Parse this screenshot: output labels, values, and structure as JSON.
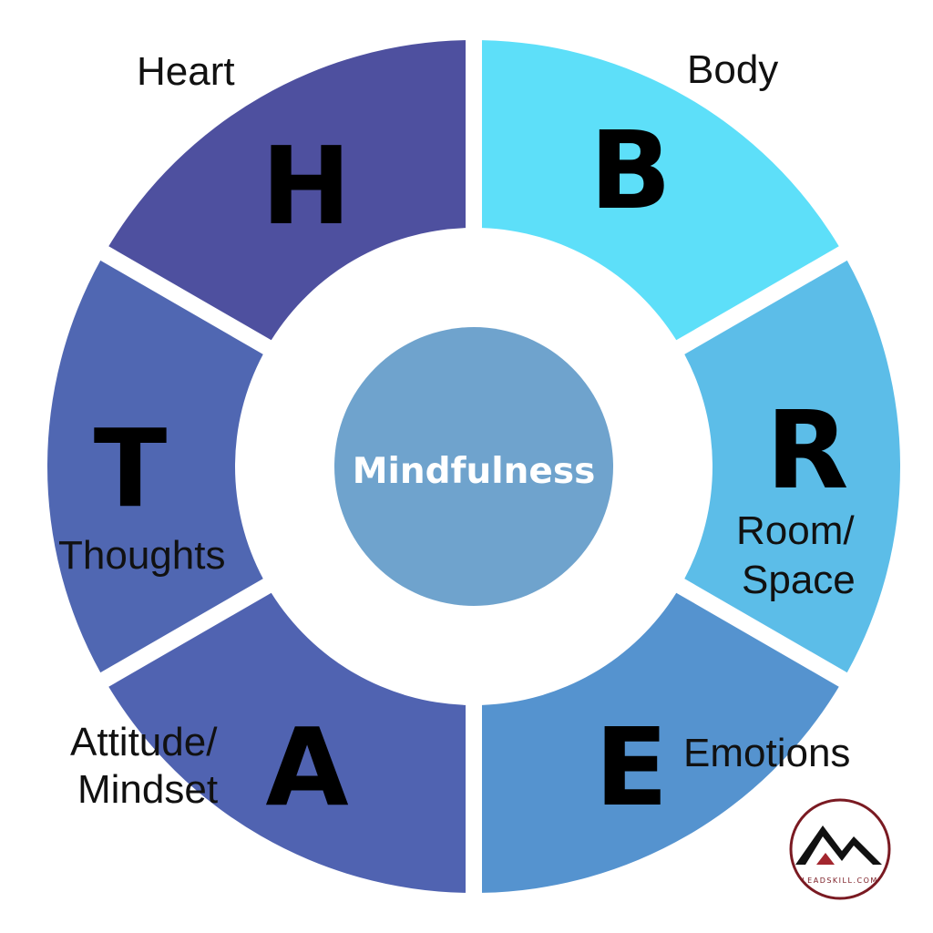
{
  "center": {
    "label": "Mindfulness",
    "color": "#6fa3cd"
  },
  "segments": [
    {
      "letter": "B",
      "label_lines": [
        "Body"
      ],
      "color": "#5ddff9"
    },
    {
      "letter": "R",
      "label_lines": [
        "Room/",
        "Space"
      ],
      "color": "#5cbde8"
    },
    {
      "letter": "E",
      "label_lines": [
        "Emotions"
      ],
      "color": "#5593cf"
    },
    {
      "letter": "A",
      "label_lines": [
        "Attitude/",
        "Mindset"
      ],
      "color": "#5063b1"
    },
    {
      "letter": "T",
      "label_lines": [
        "Thoughts"
      ],
      "color": "#5067b2"
    },
    {
      "letter": "H",
      "label_lines": [
        "Heart"
      ],
      "color": "#4e509f"
    }
  ],
  "logo": {
    "text": "LEADSKILL.COM",
    "ring_color": "#7a1a22",
    "accent_color": "#a3262e"
  }
}
